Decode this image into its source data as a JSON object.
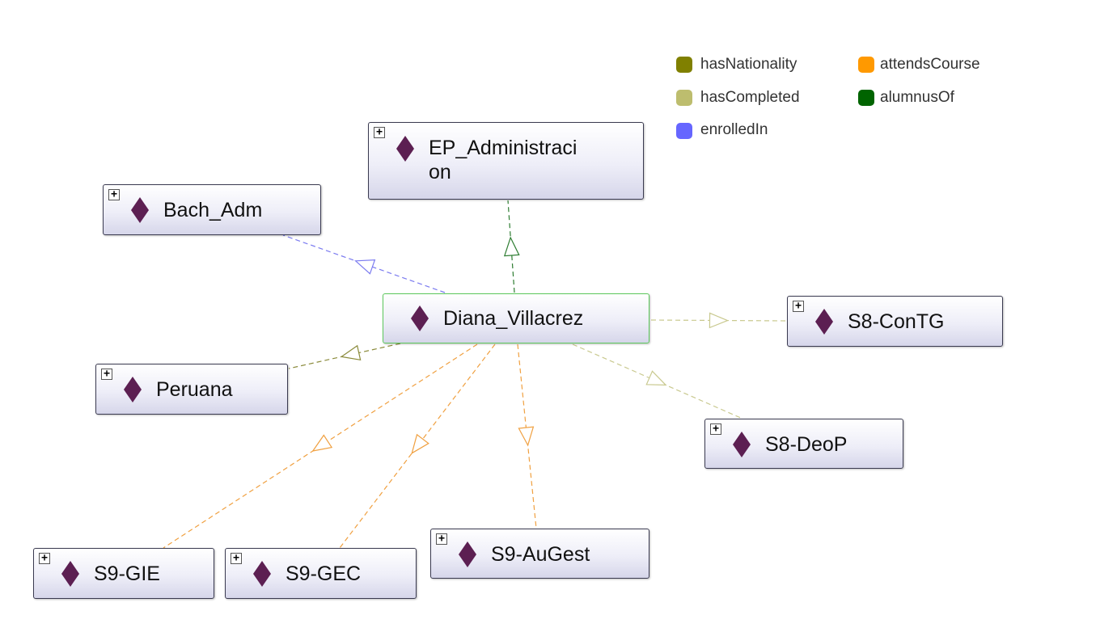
{
  "legend": [
    {
      "label": "hasNationality",
      "color": "#808000"
    },
    {
      "label": "attendsCourse",
      "color": "#ff9900"
    },
    {
      "label": "hasCompleted",
      "color": "#bdbd6e"
    },
    {
      "label": "alumnusOf",
      "color": "#006400"
    },
    {
      "label": "enrolledIn",
      "color": "#6666ff"
    }
  ],
  "nodes": {
    "ep_administracion": {
      "label": "EP_Administraci\non",
      "expand": "+"
    },
    "bach_adm": {
      "label": "Bach_Adm",
      "expand": "+"
    },
    "diana_villacrez": {
      "label": "Diana_Villacrez"
    },
    "s8_contg": {
      "label": "S8-ConTG",
      "expand": "+"
    },
    "peruana": {
      "label": "Peruana",
      "expand": "+"
    },
    "s8_deop": {
      "label": "S8-DeoP",
      "expand": "+"
    },
    "s9_gie": {
      "label": "S9-GIE",
      "expand": "+"
    },
    "s9_gec": {
      "label": "S9-GEC",
      "expand": "+"
    },
    "s9_augest": {
      "label": "S9-AuGest",
      "expand": "+"
    }
  },
  "edges": [
    {
      "from": "diana_villacrez",
      "to": "ep_administracion",
      "property": "alumnusOf",
      "color": "#2e7d32"
    },
    {
      "from": "diana_villacrez",
      "to": "bach_adm",
      "property": "enrolledIn",
      "color": "#7b7bf0"
    },
    {
      "from": "diana_villacrez",
      "to": "peruana",
      "property": "hasNationality",
      "color": "#8a8a3a"
    },
    {
      "from": "diana_villacrez",
      "to": "s8_contg",
      "property": "hasCompleted",
      "color": "#c9c98f"
    },
    {
      "from": "diana_villacrez",
      "to": "s8_deop",
      "property": "hasCompleted",
      "color": "#c9c98f"
    },
    {
      "from": "diana_villacrez",
      "to": "s9_gie",
      "property": "attendsCourse",
      "color": "#f0a040"
    },
    {
      "from": "diana_villacrez",
      "to": "s9_gec",
      "property": "attendsCourse",
      "color": "#f0a040"
    },
    {
      "from": "diana_villacrez",
      "to": "s9_augest",
      "property": "attendsCourse",
      "color": "#f0a040"
    }
  ],
  "diamond_color": "#5c1f52"
}
